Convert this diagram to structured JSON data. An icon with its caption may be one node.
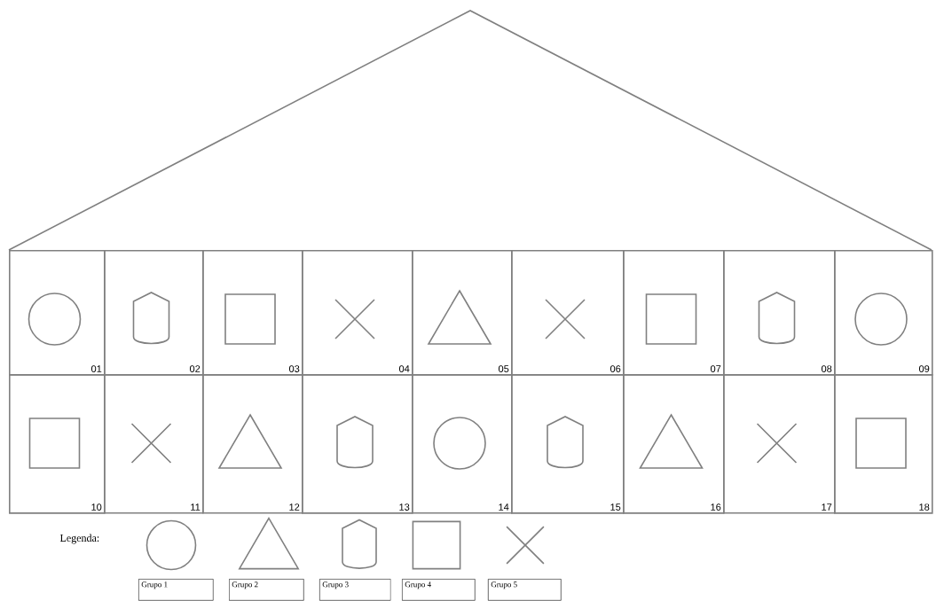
{
  "diagram": {
    "nodes": [
      {
        "text": [
          "01"
        ]
      },
      {
        "text": [
          "02"
        ]
      },
      {
        "text": [
          "03"
        ]
      },
      {
        "text": [
          "04"
        ]
      },
      {
        "text": [
          "05"
        ]
      },
      {
        "text": [
          "06"
        ]
      },
      {
        "text": [
          "07"
        ]
      },
      {
        "text": [
          "08"
        ]
      },
      {
        "text": [
          "09"
        ]
      },
      {
        "text": [
          "10"
        ]
      },
      {
        "text": [
          "11"
        ]
      },
      {
        "text": [
          "12"
        ]
      },
      {
        "text": [
          "13"
        ]
      },
      {
        "text": [
          "14"
        ]
      },
      {
        "text": [
          "15"
        ]
      },
      {
        "text": [
          "16"
        ]
      },
      {
        "text": [
          "17"
        ]
      },
      {
        "text": [
          "18"
        ]
      }
    ],
    "labels": [
      "Legenda:"
    ],
    "legend": [
      {
        "text": "Grupo 1"
      },
      {
        "text": "Grupo 2"
      },
      {
        "text": "Grupo 3"
      },
      {
        "text": "Grupo 4"
      },
      {
        "text": "Grupo 5"
      }
    ]
  }
}
